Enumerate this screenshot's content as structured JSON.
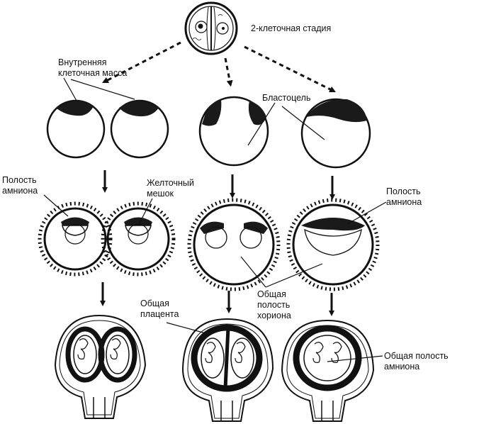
{
  "labels": {
    "two_cell_stage": "2-клеточная стадия",
    "inner_cell_mass_1": "Внутренняя",
    "inner_cell_mass_2": "клеточная масса",
    "blastocoel": "Бластоцель",
    "amnion_cavity_left_1": "Полость",
    "amnion_cavity_left_2": "амниона",
    "yolk_sac_1": "Желточный",
    "yolk_sac_2": "мешок",
    "amnion_cavity_right_1": "Полость",
    "amnion_cavity_right_2": "амниона",
    "common_placenta_1": "Общая",
    "common_placenta_2": "плацента",
    "common_chorion_1": "Общая",
    "common_chorion_2": "полость",
    "common_chorion_3": "хориона",
    "common_amnion_1": "Общая полость",
    "common_amnion_2": "амниона"
  },
  "colors": {
    "ink": "#111111",
    "mass": "#1a1a1a",
    "background": "#ffffff"
  }
}
